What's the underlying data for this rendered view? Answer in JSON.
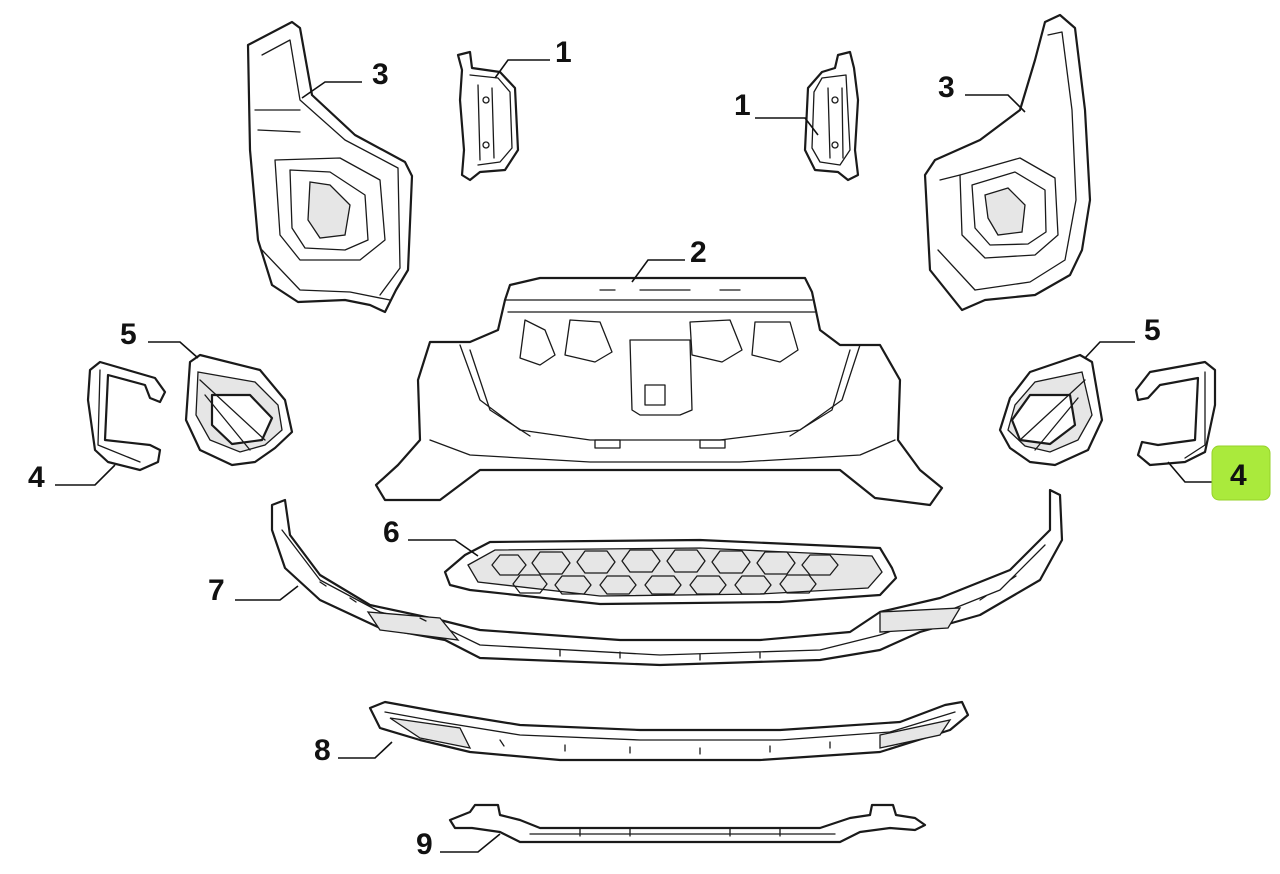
{
  "callouts": [
    {
      "id": "c1a",
      "label": "1"
    },
    {
      "id": "c1b",
      "label": "1"
    },
    {
      "id": "c2",
      "label": "2"
    },
    {
      "id": "c3a",
      "label": "3"
    },
    {
      "id": "c3b",
      "label": "3"
    },
    {
      "id": "c4a",
      "label": "4"
    },
    {
      "id": "c4b",
      "label": "4",
      "highlighted": true
    },
    {
      "id": "c5a",
      "label": "5"
    },
    {
      "id": "c5b",
      "label": "5"
    },
    {
      "id": "c6",
      "label": "6"
    },
    {
      "id": "c7",
      "label": "7"
    },
    {
      "id": "c8",
      "label": "8"
    },
    {
      "id": "c9",
      "label": "9"
    }
  ],
  "colors": {
    "highlight": "#aaea3c",
    "line": "#1a1a1a",
    "background": "#ffffff"
  }
}
